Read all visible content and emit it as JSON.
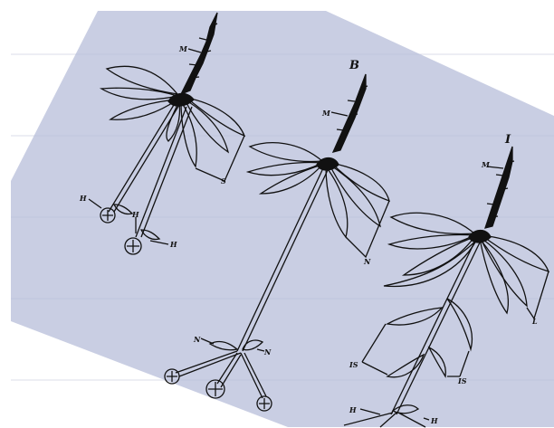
{
  "colors": {
    "background": "#ffffff",
    "sheet": "#c9cee3",
    "ink": "#111111"
  },
  "panel_labels": {
    "b": "B",
    "c": "I"
  },
  "part_labels": {
    "a_stem_top": "M",
    "a_leaf_base": "S",
    "a_node_left": "H",
    "a_node_mid": "H",
    "a_node_right": "H",
    "b_stem_top": "M",
    "b_leaf_base": "N",
    "b_node_left": "N",
    "b_node_right": "N",
    "c_stem_top": "M",
    "c_leaf_right": "L",
    "c_is_left": "IS",
    "c_is_right": "IS",
    "c_node_left": "H",
    "c_node_right": "H"
  }
}
